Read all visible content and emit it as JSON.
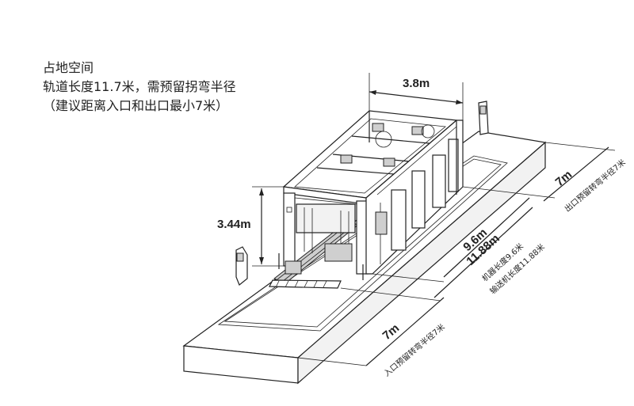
{
  "intro": {
    "line1": "占地空间",
    "line2": "轨道长度11.7米，需预留拐弯半径",
    "line3": "（建议距离入口和出口最小7米）"
  },
  "dimensions": {
    "width": "3.8m",
    "height": "3.44m",
    "machine_length": "9.6m",
    "conveyor_length": "11.88m",
    "machine_length_note": "机器长度9.6米",
    "conveyor_length_note": "输送机长度11.88米",
    "exit_clearance": "7m",
    "exit_clearance_note": "出口预留转弯半径7米",
    "entry_clearance": "7m",
    "entry_clearance_note": "入口预留转弯半径7米"
  },
  "colors": {
    "line": "#222222",
    "background": "#ffffff"
  }
}
